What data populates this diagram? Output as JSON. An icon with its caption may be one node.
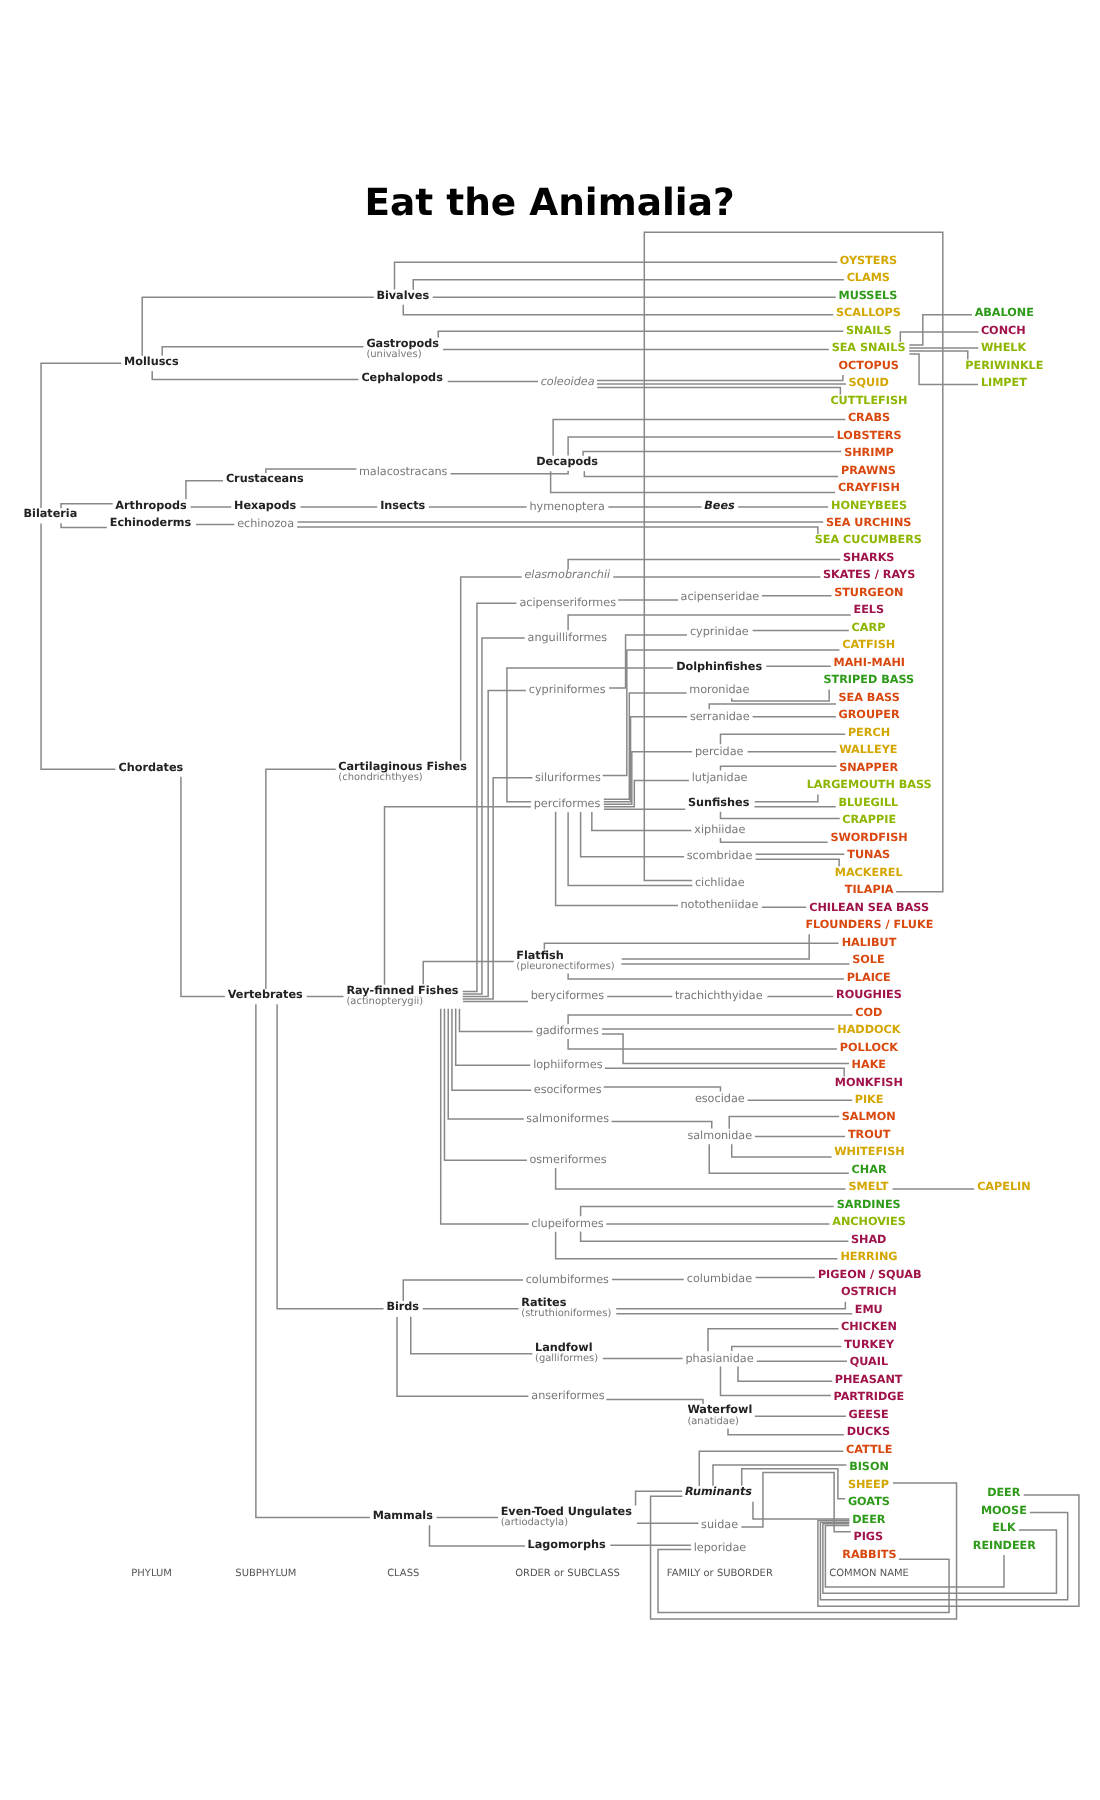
{
  "diagram": {
    "title": "Eat the Animalia?",
    "nodes": [
      {
        "text": [
          "Bilateria"
        ]
      },
      {
        "text": [
          "Molluscs"
        ]
      },
      {
        "text": [
          "Bivalves"
        ]
      },
      {
        "text": [
          "OYSTERS"
        ]
      },
      {
        "text": [
          "CLAMS"
        ]
      },
      {
        "text": [
          "MUSSELS"
        ]
      },
      {
        "text": [
          "SCALLOPS"
        ]
      },
      {
        "text": [
          "Gastropods",
          "(univalves)"
        ]
      },
      {
        "text": [
          "SNAILS"
        ]
      },
      {
        "text": [
          "SEA SNAILS"
        ]
      },
      {
        "text": [
          "ABALONE"
        ]
      },
      {
        "text": [
          "CONCH"
        ]
      },
      {
        "text": [
          "WHELK"
        ]
      },
      {
        "text": [
          "PERIWINKLE"
        ]
      },
      {
        "text": [
          "LIMPET"
        ]
      },
      {
        "text": [
          "Cephalopods"
        ]
      },
      {
        "text": [
          "coleoidea"
        ]
      },
      {
        "text": [
          "OCTOPUS"
        ]
      },
      {
        "text": [
          "SQUID"
        ]
      },
      {
        "text": [
          "CUTTLEFISH"
        ]
      },
      {
        "text": [
          "Arthropods"
        ]
      },
      {
        "text": [
          "Crustaceans"
        ]
      },
      {
        "text": [
          "malacostracans"
        ]
      },
      {
        "text": [
          "Decapods"
        ]
      },
      {
        "text": [
          "CRABS"
        ]
      },
      {
        "text": [
          "LOBSTERS"
        ]
      },
      {
        "text": [
          "SHRIMP"
        ]
      },
      {
        "text": [
          "PRAWNS"
        ]
      },
      {
        "text": [
          "CRAYFISH"
        ]
      },
      {
        "text": [
          "Hexapods"
        ]
      },
      {
        "text": [
          "Insects"
        ]
      },
      {
        "text": [
          "hymenoptera"
        ]
      },
      {
        "text": [
          "Bees"
        ]
      },
      {
        "text": [
          "HONEYBEES"
        ]
      },
      {
        "text": [
          "Echinoderms"
        ]
      },
      {
        "text": [
          "echinozoa"
        ]
      },
      {
        "text": [
          "SEA URCHINS"
        ]
      },
      {
        "text": [
          "SEA CUCUMBERS"
        ]
      },
      {
        "text": [
          "Chordates"
        ]
      },
      {
        "text": [
          "Vertebrates"
        ]
      },
      {
        "text": [
          "Cartilaginous Fishes",
          "(chondrichthyes)"
        ]
      },
      {
        "text": [
          "elasmobranchii"
        ]
      },
      {
        "text": [
          "SHARKS"
        ]
      },
      {
        "text": [
          "SKATES / RAYS"
        ]
      },
      {
        "text": [
          "Ray-finned Fishes",
          "(actinopterygii)"
        ]
      },
      {
        "text": [
          "acipenseriformes"
        ]
      },
      {
        "text": [
          "acipenseridae"
        ]
      },
      {
        "text": [
          "STURGEON"
        ]
      },
      {
        "text": [
          "anguilliformes"
        ]
      },
      {
        "text": [
          "EELS"
        ]
      },
      {
        "text": [
          "cypriniformes"
        ]
      },
      {
        "text": [
          "cyprinidae"
        ]
      },
      {
        "text": [
          "CARP"
        ]
      },
      {
        "text": [
          "siluriformes"
        ]
      },
      {
        "text": [
          "CATFISH"
        ]
      },
      {
        "text": [
          "perciformes"
        ]
      },
      {
        "text": [
          "Dolphinfishes"
        ]
      },
      {
        "text": [
          "MAHI-MAHI"
        ]
      },
      {
        "text": [
          "moronidae"
        ]
      },
      {
        "text": [
          "STRIPED BASS"
        ]
      },
      {
        "text": [
          "serranidae"
        ]
      },
      {
        "text": [
          "SEA BASS"
        ]
      },
      {
        "text": [
          "GROUPER"
        ]
      },
      {
        "text": [
          "percidae"
        ]
      },
      {
        "text": [
          "PERCH"
        ]
      },
      {
        "text": [
          "WALLEYE"
        ]
      },
      {
        "text": [
          "lutjanidae"
        ]
      },
      {
        "text": [
          "SNAPPER"
        ]
      },
      {
        "text": [
          "Sunfishes"
        ]
      },
      {
        "text": [
          "LARGEMOUTH BASS"
        ]
      },
      {
        "text": [
          "BLUEGILL"
        ]
      },
      {
        "text": [
          "CRAPPIE"
        ]
      },
      {
        "text": [
          "xiphiidae"
        ]
      },
      {
        "text": [
          "SWORDFISH"
        ]
      },
      {
        "text": [
          "scombridae"
        ]
      },
      {
        "text": [
          "TUNAS"
        ]
      },
      {
        "text": [
          "MACKEREL"
        ]
      },
      {
        "text": [
          "cichlidae"
        ]
      },
      {
        "text": [
          "TILAPIA"
        ]
      },
      {
        "text": [
          "nototheniidae"
        ]
      },
      {
        "text": [
          "CHILEAN SEA BASS"
        ]
      },
      {
        "text": [
          "Flatfish",
          "(pleuronectiformes)"
        ]
      },
      {
        "text": [
          "FLOUNDERS / FLUKE"
        ]
      },
      {
        "text": [
          "HALIBUT"
        ]
      },
      {
        "text": [
          "SOLE"
        ]
      },
      {
        "text": [
          "PLAICE"
        ]
      },
      {
        "text": [
          "beryciformes"
        ]
      },
      {
        "text": [
          "trachichthyidae"
        ]
      },
      {
        "text": [
          "ROUGHIES"
        ]
      },
      {
        "text": [
          "gadiformes"
        ]
      },
      {
        "text": [
          "COD"
        ]
      },
      {
        "text": [
          "HADDOCK"
        ]
      },
      {
        "text": [
          "POLLOCK"
        ]
      },
      {
        "text": [
          "HAKE"
        ]
      },
      {
        "text": [
          "lophiiformes"
        ]
      },
      {
        "text": [
          "MONKFISH"
        ]
      },
      {
        "text": [
          "esociformes"
        ]
      },
      {
        "text": [
          "esocidae"
        ]
      },
      {
        "text": [
          "PIKE"
        ]
      },
      {
        "text": [
          "salmoniformes"
        ]
      },
      {
        "text": [
          "salmonidae"
        ]
      },
      {
        "text": [
          "SALMON"
        ]
      },
      {
        "text": [
          "TROUT"
        ]
      },
      {
        "text": [
          "WHITEFISH"
        ]
      },
      {
        "text": [
          "CHAR"
        ]
      },
      {
        "text": [
          "osmeriformes"
        ]
      },
      {
        "text": [
          "SMELT"
        ]
      },
      {
        "text": [
          "CAPELIN"
        ]
      },
      {
        "text": [
          "clupeiformes"
        ]
      },
      {
        "text": [
          "SARDINES"
        ]
      },
      {
        "text": [
          "ANCHOVIES"
        ]
      },
      {
        "text": [
          "SHAD"
        ]
      },
      {
        "text": [
          "HERRING"
        ]
      },
      {
        "text": [
          "Birds"
        ]
      },
      {
        "text": [
          "columbiformes"
        ]
      },
      {
        "text": [
          "columbidae"
        ]
      },
      {
        "text": [
          "PIGEON / SQUAB"
        ]
      },
      {
        "text": [
          "Ratites",
          "(struthioniformes)"
        ]
      },
      {
        "text": [
          "OSTRICH"
        ]
      },
      {
        "text": [
          "EMU"
        ]
      },
      {
        "text": [
          "Landfowl",
          "(galliformes)"
        ]
      },
      {
        "text": [
          "phasianidae"
        ]
      },
      {
        "text": [
          "CHICKEN"
        ]
      },
      {
        "text": [
          "TURKEY"
        ]
      },
      {
        "text": [
          "QUAIL"
        ]
      },
      {
        "text": [
          "PHEASANT"
        ]
      },
      {
        "text": [
          "PARTRIDGE"
        ]
      },
      {
        "text": [
          "anseriformes"
        ]
      },
      {
        "text": [
          "Waterfowl",
          "(anatidae)"
        ]
      },
      {
        "text": [
          "GEESE"
        ]
      },
      {
        "text": [
          "DUCKS"
        ]
      },
      {
        "text": [
          "Mammals"
        ]
      },
      {
        "text": [
          "Even-Toed Ungulates",
          "(artiodactyla)"
        ]
      },
      {
        "text": [
          "Ruminants"
        ]
      },
      {
        "text": [
          "CATTLE"
        ]
      },
      {
        "text": [
          "BISON"
        ]
      },
      {
        "text": [
          "SHEEP"
        ]
      },
      {
        "text": [
          "GOATS"
        ]
      },
      {
        "text": [
          "DEER"
        ]
      },
      {
        "text": [
          "DEER"
        ]
      },
      {
        "text": [
          "MOOSE"
        ]
      },
      {
        "text": [
          "ELK"
        ]
      },
      {
        "text": [
          "REINDEER"
        ]
      },
      {
        "text": [
          "suidae"
        ]
      },
      {
        "text": [
          "PIGS"
        ]
      },
      {
        "text": [
          "Lagomorphs"
        ]
      },
      {
        "text": [
          "leporidae"
        ]
      },
      {
        "text": [
          "RABBITS"
        ]
      }
    ],
    "edges": [
      {
        "from": 0,
        "to": 1,
        "arrow": "none"
      },
      {
        "from": 0,
        "to": 20,
        "arrow": "none"
      },
      {
        "from": 0,
        "to": 34,
        "arrow": "none"
      },
      {
        "from": 0,
        "to": 38,
        "arrow": "none"
      },
      {
        "from": 1,
        "to": 2,
        "arrow": "none"
      },
      {
        "from": 1,
        "to": 7,
        "arrow": "none"
      },
      {
        "from": 1,
        "to": 15,
        "arrow": "none"
      },
      {
        "from": 2,
        "to": 3,
        "arrow": "none"
      },
      {
        "from": 2,
        "to": 4,
        "arrow": "none"
      },
      {
        "from": 2,
        "to": 5,
        "arrow": "none"
      },
      {
        "from": 2,
        "to": 6,
        "arrow": "none"
      },
      {
        "from": 7,
        "to": 8,
        "arrow": "none"
      },
      {
        "from": 7,
        "to": 9,
        "arrow": "none"
      },
      {
        "from": 9,
        "to": 10,
        "arrow": "none"
      },
      {
        "from": 9,
        "to": 11,
        "arrow": "none"
      },
      {
        "from": 9,
        "to": 12,
        "arrow": "none"
      },
      {
        "from": 9,
        "to": 13,
        "arrow": "none"
      },
      {
        "from": 9,
        "to": 14,
        "arrow": "none"
      },
      {
        "from": 15,
        "to": 16,
        "arrow": "none"
      },
      {
        "from": 16,
        "to": 17,
        "arrow": "none"
      },
      {
        "from": 16,
        "to": 18,
        "arrow": "none"
      },
      {
        "from": 16,
        "to": 19,
        "arrow": "none"
      },
      {
        "from": 20,
        "to": 21,
        "arrow": "none"
      },
      {
        "from": 20,
        "to": 29,
        "arrow": "none"
      },
      {
        "from": 21,
        "to": 22,
        "arrow": "none"
      },
      {
        "from": 22,
        "to": 23,
        "arrow": "none"
      },
      {
        "from": 23,
        "to": 24,
        "arrow": "none"
      },
      {
        "from": 23,
        "to": 25,
        "arrow": "none"
      },
      {
        "from": 23,
        "to": 26,
        "arrow": "none"
      },
      {
        "from": 23,
        "to": 27,
        "arrow": "none"
      },
      {
        "from": 23,
        "to": 28,
        "arrow": "none"
      },
      {
        "from": 29,
        "to": 30,
        "arrow": "none"
      },
      {
        "from": 30,
        "to": 31,
        "arrow": "none"
      },
      {
        "from": 31,
        "to": 32,
        "arrow": "none"
      },
      {
        "from": 32,
        "to": 33,
        "arrow": "none"
      },
      {
        "from": 34,
        "to": 35,
        "arrow": "none"
      },
      {
        "from": 35,
        "to": 36,
        "arrow": "none"
      },
      {
        "from": 35,
        "to": 37,
        "arrow": "none"
      },
      {
        "from": 38,
        "to": 39,
        "arrow": "none"
      },
      {
        "from": 39,
        "to": 40,
        "arrow": "none"
      },
      {
        "from": 39,
        "to": 44,
        "arrow": "none"
      },
      {
        "from": 39,
        "to": 113,
        "arrow": "none"
      },
      {
        "from": 39,
        "to": 131,
        "arrow": "none"
      },
      {
        "from": 40,
        "to": 41,
        "arrow": "none"
      },
      {
        "from": 41,
        "to": 42,
        "arrow": "none"
      },
      {
        "from": 41,
        "to": 43,
        "arrow": "none"
      },
      {
        "from": 44,
        "to": 45,
        "arrow": "none"
      },
      {
        "from": 44,
        "to": 48,
        "arrow": "none"
      },
      {
        "from": 44,
        "to": 50,
        "arrow": "none"
      },
      {
        "from": 44,
        "to": 53,
        "arrow": "none"
      },
      {
        "from": 44,
        "to": 55,
        "arrow": "none"
      },
      {
        "from": 44,
        "to": 81,
        "arrow": "none"
      },
      {
        "from": 44,
        "to": 86,
        "arrow": "none"
      },
      {
        "from": 44,
        "to": 89,
        "arrow": "none"
      },
      {
        "from": 44,
        "to": 94,
        "arrow": "none"
      },
      {
        "from": 44,
        "to": 96,
        "arrow": "none"
      },
      {
        "from": 44,
        "to": 99,
        "arrow": "none"
      },
      {
        "from": 44,
        "to": 105,
        "arrow": "none"
      },
      {
        "from": 44,
        "to": 108,
        "arrow": "none"
      },
      {
        "from": 45,
        "to": 46,
        "arrow": "none"
      },
      {
        "from": 46,
        "to": 47,
        "arrow": "none"
      },
      {
        "from": 48,
        "to": 49,
        "arrow": "none"
      },
      {
        "from": 50,
        "to": 51,
        "arrow": "none"
      },
      {
        "from": 51,
        "to": 52,
        "arrow": "none"
      },
      {
        "from": 53,
        "to": 54,
        "arrow": "none"
      },
      {
        "from": 55,
        "to": 56,
        "arrow": "none"
      },
      {
        "from": 55,
        "to": 58,
        "arrow": "none"
      },
      {
        "from": 55,
        "to": 60,
        "arrow": "none"
      },
      {
        "from": 55,
        "to": 63,
        "arrow": "none"
      },
      {
        "from": 55,
        "to": 66,
        "arrow": "none"
      },
      {
        "from": 55,
        "to": 68,
        "arrow": "none"
      },
      {
        "from": 55,
        "to": 72,
        "arrow": "none"
      },
      {
        "from": 55,
        "to": 74,
        "arrow": "none"
      },
      {
        "from": 55,
        "to": 77,
        "arrow": "none"
      },
      {
        "from": 55,
        "to": 79,
        "arrow": "none"
      },
      {
        "from": 56,
        "to": 57,
        "arrow": "none"
      },
      {
        "from": 58,
        "to": 59,
        "arrow": "none"
      },
      {
        "from": 60,
        "to": 61,
        "arrow": "none"
      },
      {
        "from": 60,
        "to": 62,
        "arrow": "none"
      },
      {
        "from": 63,
        "to": 64,
        "arrow": "none"
      },
      {
        "from": 63,
        "to": 65,
        "arrow": "none"
      },
      {
        "from": 66,
        "to": 67,
        "arrow": "none"
      },
      {
        "from": 68,
        "to": 69,
        "arrow": "none"
      },
      {
        "from": 68,
        "to": 70,
        "arrow": "none"
      },
      {
        "from": 68,
        "to": 71,
        "arrow": "none"
      },
      {
        "from": 72,
        "to": 73,
        "arrow": "none"
      },
      {
        "from": 74,
        "to": 75,
        "arrow": "none"
      },
      {
        "from": 74,
        "to": 76,
        "arrow": "none"
      },
      {
        "from": 77,
        "to": 78,
        "arrow": "none"
      },
      {
        "from": 79,
        "to": 80,
        "arrow": "none"
      },
      {
        "from": 81,
        "to": 82,
        "arrow": "none"
      },
      {
        "from": 81,
        "to": 83,
        "arrow": "none"
      },
      {
        "from": 81,
        "to": 84,
        "arrow": "none"
      },
      {
        "from": 81,
        "to": 85,
        "arrow": "none"
      },
      {
        "from": 86,
        "to": 87,
        "arrow": "none"
      },
      {
        "from": 87,
        "to": 88,
        "arrow": "none"
      },
      {
        "from": 89,
        "to": 90,
        "arrow": "none"
      },
      {
        "from": 89,
        "to": 91,
        "arrow": "none"
      },
      {
        "from": 89,
        "to": 92,
        "arrow": "none"
      },
      {
        "from": 89,
        "to": 93,
        "arrow": "none"
      },
      {
        "from": 94,
        "to": 95,
        "arrow": "none"
      },
      {
        "from": 96,
        "to": 97,
        "arrow": "none"
      },
      {
        "from": 97,
        "to": 98,
        "arrow": "none"
      },
      {
        "from": 99,
        "to": 100,
        "arrow": "none"
      },
      {
        "from": 100,
        "to": 101,
        "arrow": "none"
      },
      {
        "from": 100,
        "to": 102,
        "arrow": "none"
      },
      {
        "from": 100,
        "to": 103,
        "arrow": "none"
      },
      {
        "from": 100,
        "to": 104,
        "arrow": "none"
      },
      {
        "from": 105,
        "to": 106,
        "arrow": "none"
      },
      {
        "from": 106,
        "to": 107,
        "arrow": "none"
      },
      {
        "from": 108,
        "to": 109,
        "arrow": "none"
      },
      {
        "from": 108,
        "to": 110,
        "arrow": "none"
      },
      {
        "from": 108,
        "to": 111,
        "arrow": "none"
      },
      {
        "from": 108,
        "to": 112,
        "arrow": "none"
      },
      {
        "from": 113,
        "to": 114,
        "arrow": "none"
      },
      {
        "from": 113,
        "to": 117,
        "arrow": "none"
      },
      {
        "from": 113,
        "to": 120,
        "arrow": "none"
      },
      {
        "from": 113,
        "to": 127,
        "arrow": "none"
      },
      {
        "from": 114,
        "to": 115,
        "arrow": "none"
      },
      {
        "from": 115,
        "to": 116,
        "arrow": "none"
      },
      {
        "from": 117,
        "to": 118,
        "arrow": "none"
      },
      {
        "from": 117,
        "to": 119,
        "arrow": "none"
      },
      {
        "from": 120,
        "to": 121,
        "arrow": "none"
      },
      {
        "from": 121,
        "to": 122,
        "arrow": "none"
      },
      {
        "from": 121,
        "to": 123,
        "arrow": "none"
      },
      {
        "from": 121,
        "to": 124,
        "arrow": "none"
      },
      {
        "from": 121,
        "to": 125,
        "arrow": "none"
      },
      {
        "from": 121,
        "to": 126,
        "arrow": "none"
      },
      {
        "from": 127,
        "to": 128,
        "arrow": "none"
      },
      {
        "from": 128,
        "to": 129,
        "arrow": "none"
      },
      {
        "from": 128,
        "to": 130,
        "arrow": "none"
      },
      {
        "from": 131,
        "to": 132,
        "arrow": "none"
      },
      {
        "from": 131,
        "to": 145,
        "arrow": "none"
      },
      {
        "from": 132,
        "to": 133,
        "arrow": "none"
      },
      {
        "from": 132,
        "to": 143,
        "arrow": "none"
      },
      {
        "from": 133,
        "to": 134,
        "arrow": "none"
      },
      {
        "from": 133,
        "to": 135,
        "arrow": "none"
      },
      {
        "from": 133,
        "to": 136,
        "arrow": "none"
      },
      {
        "from": 133,
        "to": 137,
        "arrow": "none"
      },
      {
        "from": 133,
        "to": 138,
        "arrow": "none"
      },
      {
        "from": 138,
        "to": 139,
        "arrow": "none"
      },
      {
        "from": 138,
        "to": 140,
        "arrow": "none"
      },
      {
        "from": 138,
        "to": 141,
        "arrow": "none"
      },
      {
        "from": 138,
        "to": 142,
        "arrow": "none"
      },
      {
        "from": 143,
        "to": 144,
        "arrow": "none"
      },
      {
        "from": 145,
        "to": 146,
        "arrow": "none"
      },
      {
        "from": 146,
        "to": 147,
        "arrow": "none"
      }
    ],
    "labels": [
      "PHYLUM",
      "SUBPHYLUM",
      "CLASS",
      "ORDER or SUBCLASS",
      "FAMILY or SUBORDER",
      "COMMON NAME"
    ]
  }
}
